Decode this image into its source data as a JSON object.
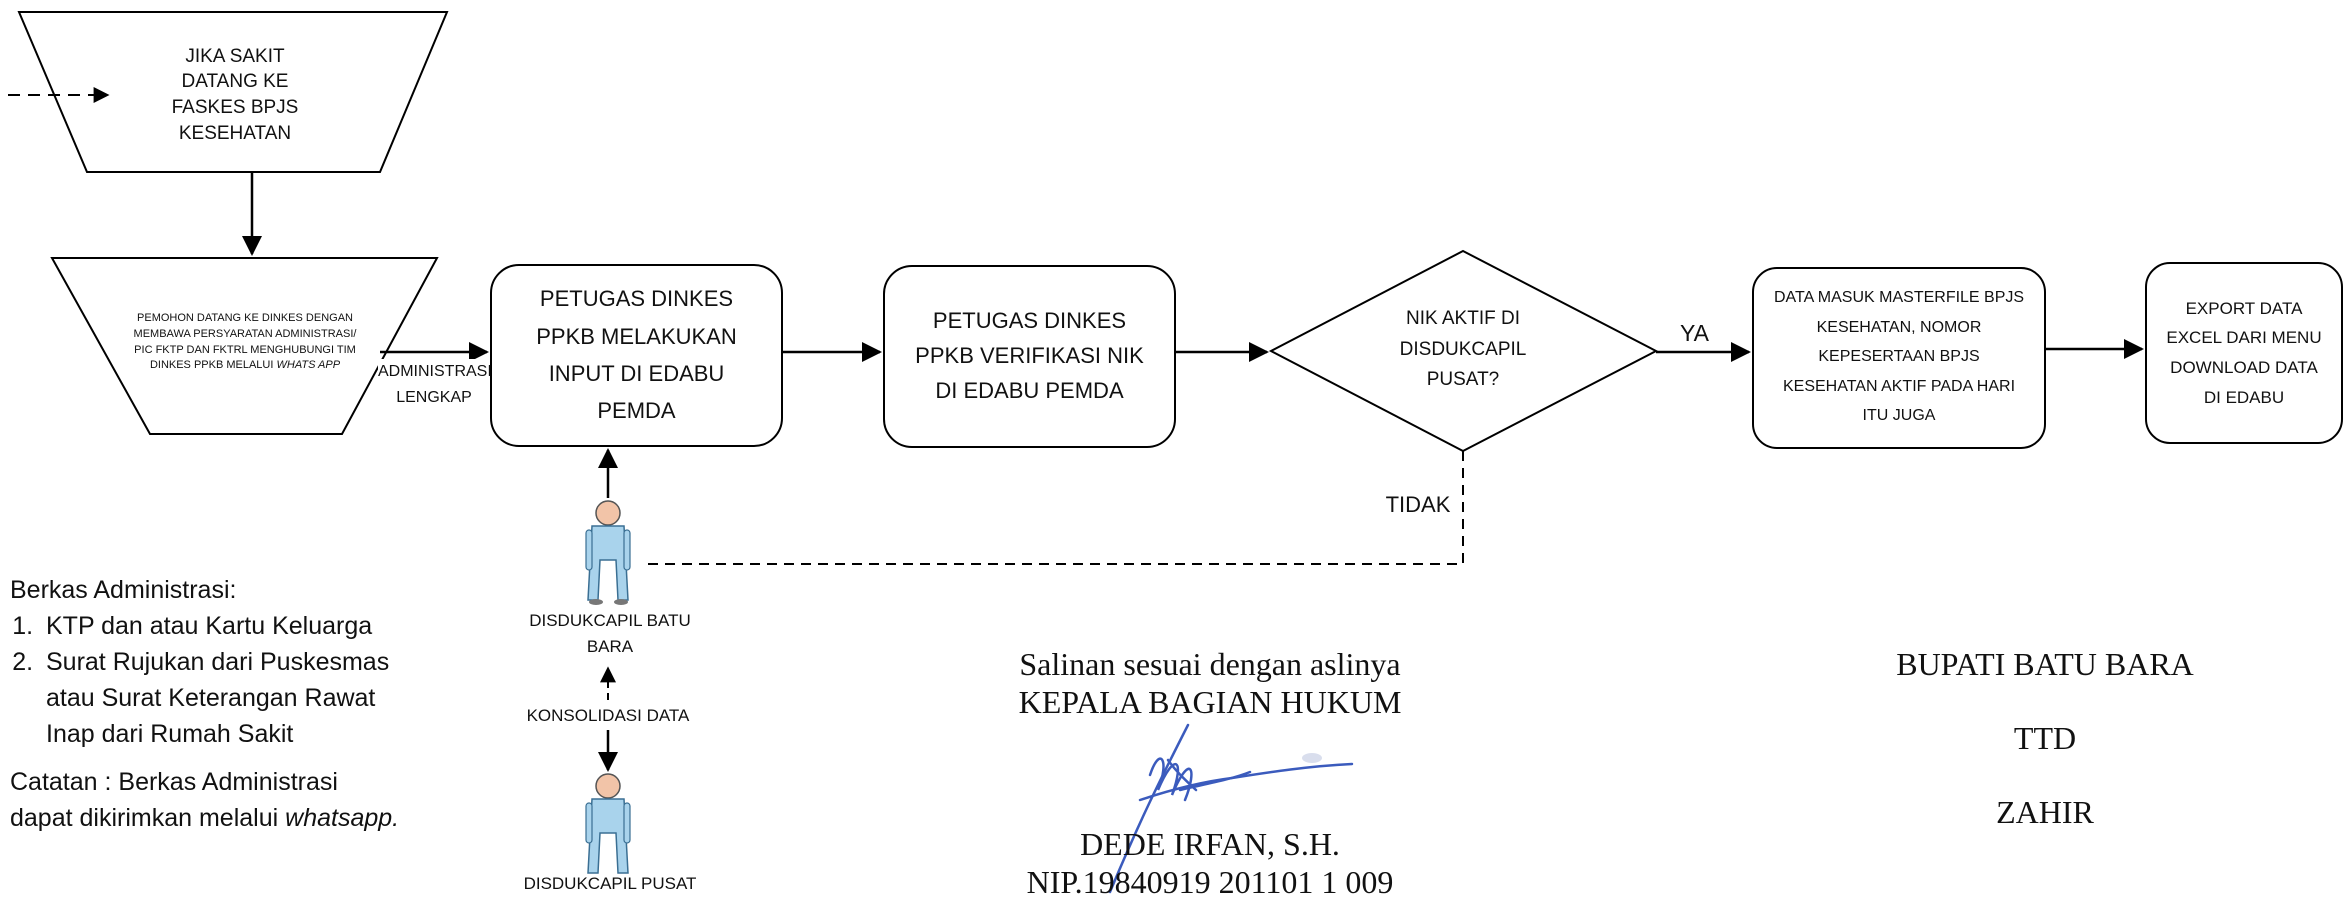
{
  "nodes": {
    "entry": "JIKA SAKIT DATANG KE FASKES BPJS KESEHATAN",
    "applicant_main": "PEMOHON  DATANG KE DINKES DENGAN MEMBAWA PERSYARATAN ADMINISTRASI/ PIC FKTP DAN FKTRL MENGHUBUNGI TIM DINKES PPKB MELALUI",
    "applicant_em": "WHATS APP",
    "input": "PETUGAS DINKES PPKB MELAKUKAN INPUT DI EDABU PEMDA",
    "verify": "PETUGAS DINKES PPKB VERIFIKASI NIK DI EDABU PEMDA",
    "decision": "NIK AKTIF DI DISDUKCAPIL PUSAT?",
    "masterfile": "DATA MASUK MASTERFILE BPJS KESEHATAN, NOMOR KEPESERTAAN BPJS KESEHATAN AKTIF PADA HARI ITU JUGA",
    "export": "EXPORT DATA EXCEL DARI MENU DOWNLOAD DATA DI EDABU"
  },
  "edges": {
    "admin_complete": "ADMINISTRASI LENGKAP",
    "yes": "YA",
    "no": "TIDAK",
    "consolidation": "KONSOLIDASI DATA"
  },
  "actors": {
    "disdukcapil_batu_bara": "DISDUKCAPIL BATU BARA",
    "disdukcapil_pusat": "DISDUKCAPIL PUSAT"
  },
  "notes": {
    "heading": "Berkas Administrasi:",
    "items": [
      "KTP dan atau Kartu Keluarga",
      "Surat Rujukan dari Puskesmas atau Surat Keterangan Rawat Inap dari Rumah Sakit"
    ],
    "caption_prefix": "Catatan : Berkas Administrasi dapat dikirimkan melalui",
    "caption_em": "whatsapp."
  },
  "signature_left": {
    "line1": "Salinan sesuai dengan aslinya",
    "line2": "KEPALA BAGIAN HUKUM",
    "name": "DEDE IRFAN, S.H.",
    "nip": "NIP.19840919 201101 1 009"
  },
  "signature_right": {
    "title": "BUPATI BATU BARA",
    "ttd": "TTD",
    "name": "ZAHIR"
  },
  "colors": {
    "line": "#000000",
    "person_fill": "#a9d3ec",
    "skin": "#f2c4a8",
    "signature_ink": "#3b5bbd"
  }
}
